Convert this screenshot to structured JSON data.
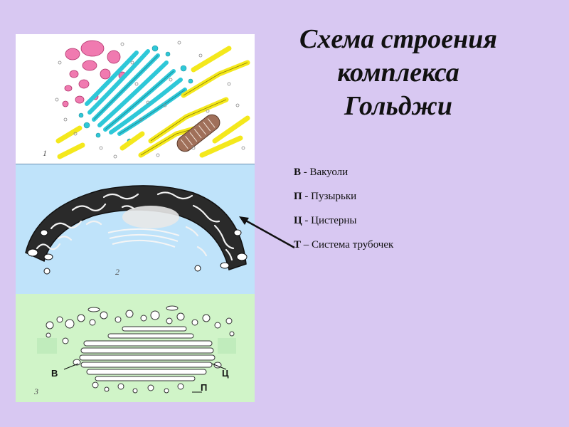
{
  "title_lines": [
    "Схема строения",
    "комплекса",
    "Гольджи"
  ],
  "legend": [
    {
      "key": "В",
      "sep": " - ",
      "text": "Вакуоли"
    },
    {
      "key": "П",
      "sep": " - ",
      "text": "Пузырьки"
    },
    {
      "key": "Ц",
      "sep": " - ",
      "text": "Цистерны"
    },
    {
      "key": "Т",
      "sep": " – ",
      "text": "Система трубочек"
    }
  ],
  "figure": {
    "panel_numbers": [
      "1",
      "2",
      "3"
    ],
    "labels": {
      "vacuole": "В",
      "cistern": "Ц",
      "vesicle": "П"
    }
  },
  "colors": {
    "background": "#d8c8f2",
    "panel1_bg": "#ffffff",
    "panel2_bg": "#bfe3fa",
    "panel3_bg": "#d0f4c8",
    "cisterns_cyan": "#2ec8d8",
    "vacuoles_pink": "#f07ab0",
    "tubules_yellow": "#f4e81c",
    "mitochondrion_brown": "#a0705a"
  }
}
